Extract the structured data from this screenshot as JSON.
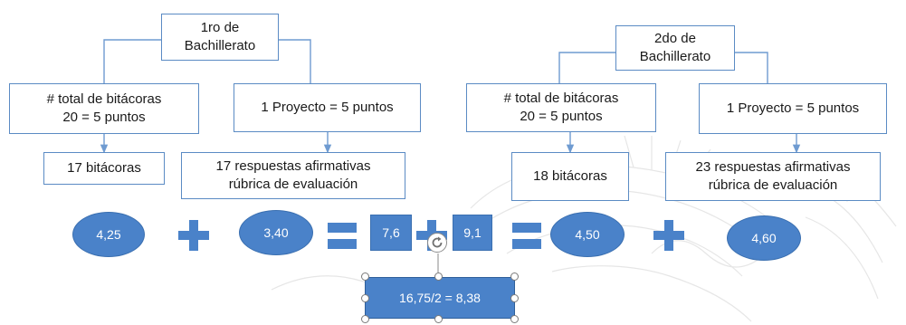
{
  "left_tree": {
    "title": "1ro de\nBachillerato",
    "box_total": "# total de bitácoras\n20 = 5 puntos",
    "box_project": "1 Proyecto = 5 puntos",
    "box_count": "17 bitácoras",
    "box_rubric": "17 respuestas afirmativas\nrúbrica de evaluación"
  },
  "right_tree": {
    "title": "2do de\nBachillerato",
    "box_total": "# total de bitácoras\n20 = 5 puntos",
    "box_project": "1 Proyecto = 5 puntos",
    "box_count": "18 bitácoras",
    "box_rubric": "23 respuestas afirmativas\nrúbrica de evaluación"
  },
  "equation": {
    "left_value_1": "4,25",
    "left_value_2": "3,40",
    "left_result": "7,6",
    "right_result": "9,1",
    "right_value_1": "4,50",
    "right_value_2": "4,60",
    "final": "16,75/2 = 8,38"
  },
  "colors": {
    "shape_fill": "#4a82c9",
    "box_border": "#5b8bc4",
    "connector": "#6f9bd1",
    "watermark": "#e3e3e3"
  },
  "icons": {
    "rotate_handle": "rotate-icon",
    "operators": [
      "plus-icon",
      "equals-icon"
    ]
  }
}
